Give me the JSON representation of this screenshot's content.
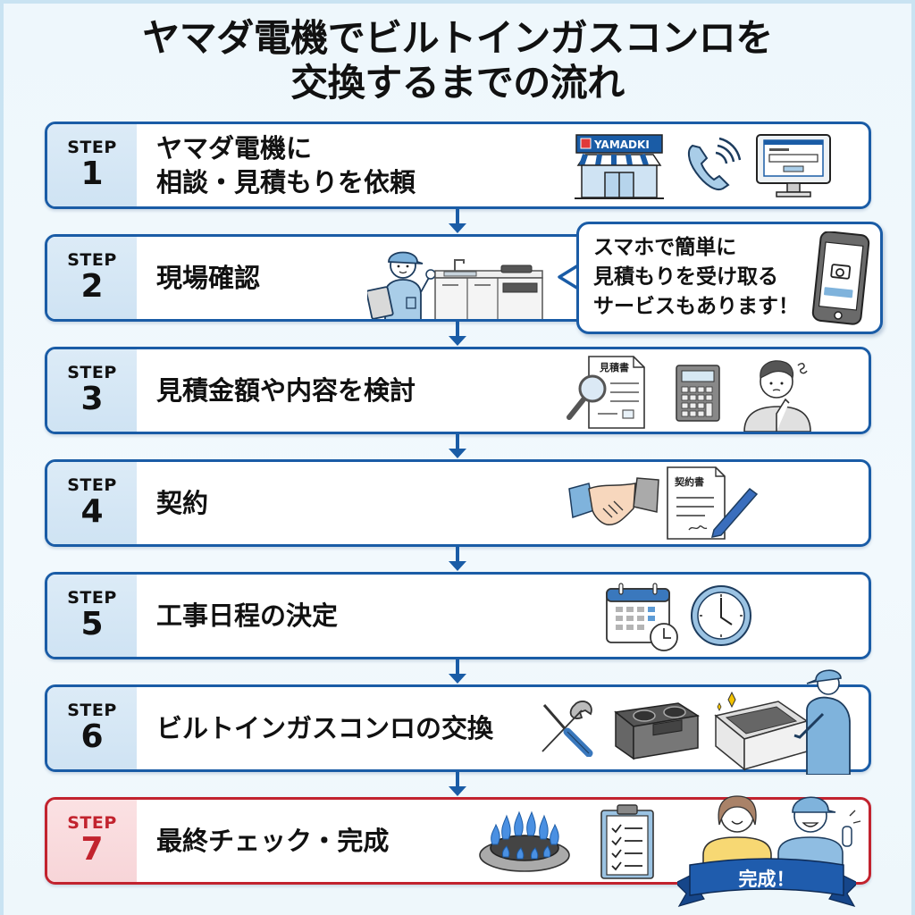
{
  "title": {
    "line1": "ヤマダ電機でビルトインガスコンロを",
    "line2": "交換するまでの流れ"
  },
  "step_label": "STEP",
  "steps": [
    {
      "number": "1",
      "lines": [
        "ヤマダ電機に",
        "相談・見積もりを依頼"
      ],
      "icons": [
        "store-icon",
        "phone-icon",
        "computer-icon"
      ]
    },
    {
      "number": "2",
      "lines": [
        "現場確認"
      ],
      "icons": [
        "worker-with-clipboard-icon",
        "kitchen-counter-icon"
      ]
    },
    {
      "number": "3",
      "lines": [
        "見積金額や内容を検討"
      ],
      "icons": [
        "estimate-document-icon",
        "calculator-icon",
        "thinking-person-icon"
      ]
    },
    {
      "number": "4",
      "lines": [
        "契約"
      ],
      "icons": [
        "handshake-icon",
        "contract-document-icon"
      ]
    },
    {
      "number": "5",
      "lines": [
        "工事日程の決定"
      ],
      "icons": [
        "calendar-icon",
        "clock-icon"
      ]
    },
    {
      "number": "6",
      "lines": [
        "ビルトインガスコンロの交換"
      ],
      "icons": [
        "tools-icon",
        "gas-stove-icon",
        "installer-icon"
      ]
    },
    {
      "number": "7",
      "lines": [
        "最終チェック・完成"
      ],
      "icons": [
        "gas-burner-flame-icon",
        "checklist-icon",
        "customer-and-worker-icon"
      ]
    }
  ],
  "store_sign": "YAMADKI",
  "estimate_doc_label": "見積書",
  "contract_doc_label": "契約書",
  "callout": {
    "lines": [
      "スマホで簡単に",
      "見積もりを受け取る",
      "サービスもあります！"
    ]
  },
  "completion_ribbon": "完成！",
  "colors": {
    "primary_blue": "#1a5ca6",
    "final_red": "#c2232e",
    "badge_blue": "#d6e8f5",
    "badge_red": "#f9dcdf",
    "background": "#eef7fc"
  }
}
